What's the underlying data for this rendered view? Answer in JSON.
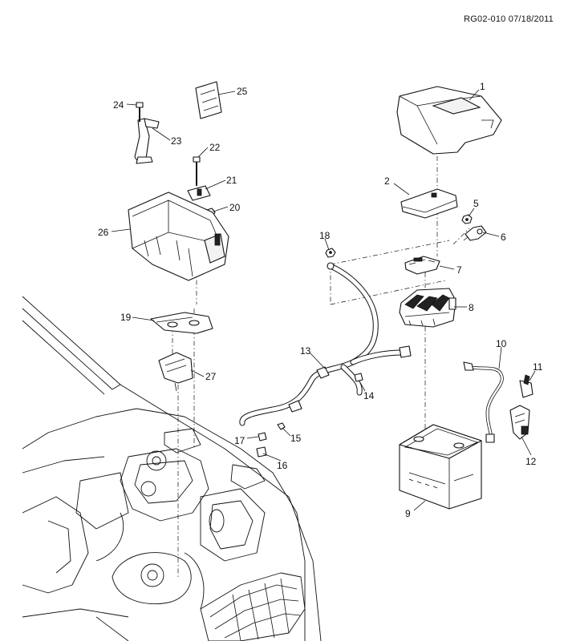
{
  "diagram": {
    "reference_code": "RG02-010 07/18/2011",
    "callouts": [
      {
        "id": "1",
        "label": "1"
      },
      {
        "id": "2",
        "label": "2"
      },
      {
        "id": "5",
        "label": "5"
      },
      {
        "id": "6",
        "label": "6"
      },
      {
        "id": "7",
        "label": "7"
      },
      {
        "id": "8",
        "label": "8"
      },
      {
        "id": "9",
        "label": "9"
      },
      {
        "id": "10",
        "label": "10"
      },
      {
        "id": "11",
        "label": "11"
      },
      {
        "id": "12",
        "label": "12"
      },
      {
        "id": "13",
        "label": "13"
      },
      {
        "id": "14",
        "label": "14"
      },
      {
        "id": "15",
        "label": "15"
      },
      {
        "id": "16",
        "label": "16"
      },
      {
        "id": "17",
        "label": "17"
      },
      {
        "id": "18",
        "label": "18"
      },
      {
        "id": "19",
        "label": "19"
      },
      {
        "id": "20",
        "label": "20"
      },
      {
        "id": "21",
        "label": "21"
      },
      {
        "id": "22",
        "label": "22"
      },
      {
        "id": "23",
        "label": "23"
      },
      {
        "id": "24",
        "label": "24"
      },
      {
        "id": "25",
        "label": "25"
      },
      {
        "id": "26",
        "label": "26"
      },
      {
        "id": "27",
        "label": "27"
      }
    ]
  }
}
